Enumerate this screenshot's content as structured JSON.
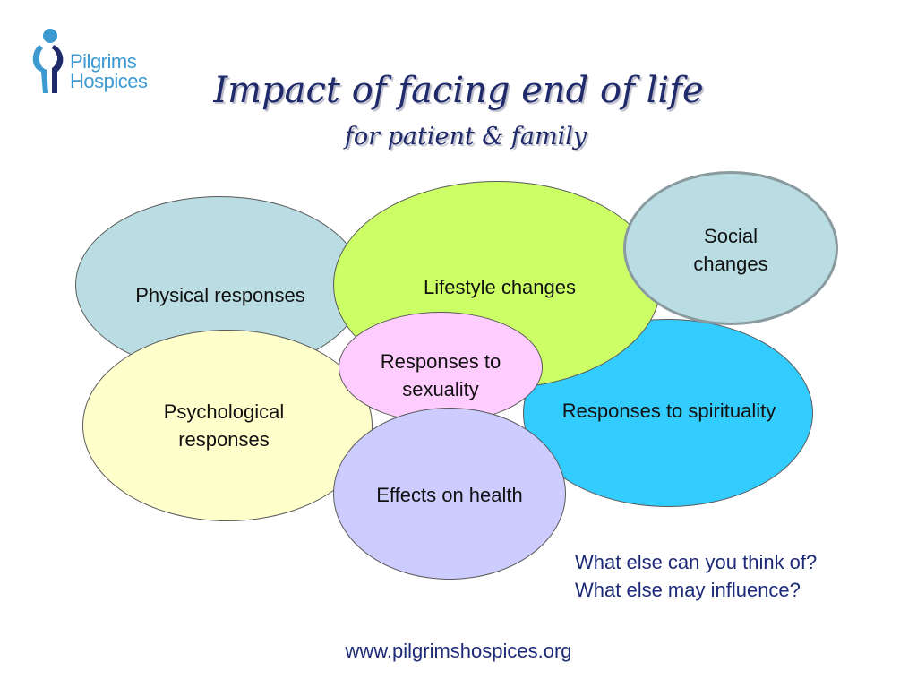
{
  "logo": {
    "line1": "Pilgrims",
    "line2": "Hospices"
  },
  "title": "Impact of facing end of life",
  "subtitle": "for patient & family",
  "nodes": {
    "physical": "Physical responses",
    "lifestyle": "Lifestyle changes",
    "social_line1": "Social",
    "social_line2": "changes",
    "spirituality": "Responses to spirituality",
    "psychological_line1": "Psychological",
    "psychological_line2": "responses",
    "sexuality_line1": "Responses to",
    "sexuality_line2": "sexuality",
    "health": "Effects on health"
  },
  "questions": {
    "line1": "What else can you think of?",
    "line2": "What else may influence?"
  },
  "website": "www.pilgrimshospices.org",
  "colors": {
    "physical": "#b9dde2",
    "lifestyle": "#ccff66",
    "social": "#b9dde2",
    "spirituality": "#33ccff",
    "psychological": "#ffffcc",
    "sexuality": "#ffccff",
    "health": "#ccccff",
    "title": "#1f2a6b",
    "brand": "#3d9ad1"
  }
}
